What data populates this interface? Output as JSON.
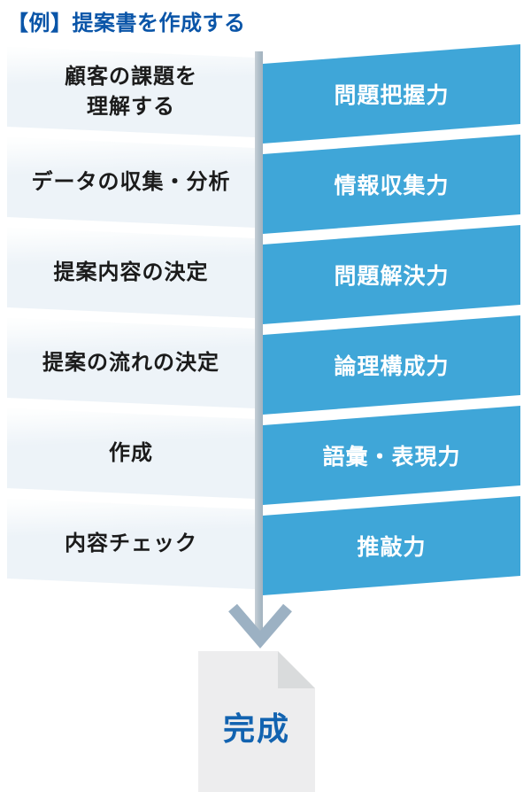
{
  "title": {
    "text": "【例】提案書を作成する"
  },
  "flow": {
    "rows": [
      {
        "step": "顧客の課題を\n理解する",
        "skill": "問題把握力"
      },
      {
        "step": "データの収集・分析",
        "skill": "情報収集力"
      },
      {
        "step": "提案内容の決定",
        "skill": "問題解決力"
      },
      {
        "step": "提案の流れの決定",
        "skill": "論理構成力"
      },
      {
        "step": "作成",
        "skill": "語彙・表現力"
      },
      {
        "step": "内容チェック",
        "skill": "推敲力"
      }
    ]
  },
  "result": {
    "label": "完成"
  },
  "colors": {
    "accent_blue": "#3fa6d8",
    "title_blue": "#0a55a8",
    "step_bg": "#edf3f8",
    "spine_gray": "#aebdc8",
    "arrow_gray": "#9cb1c3",
    "doc_gray": "#ededee",
    "fold_gray": "#d9dbdc",
    "result_blue": "#1263b0"
  }
}
